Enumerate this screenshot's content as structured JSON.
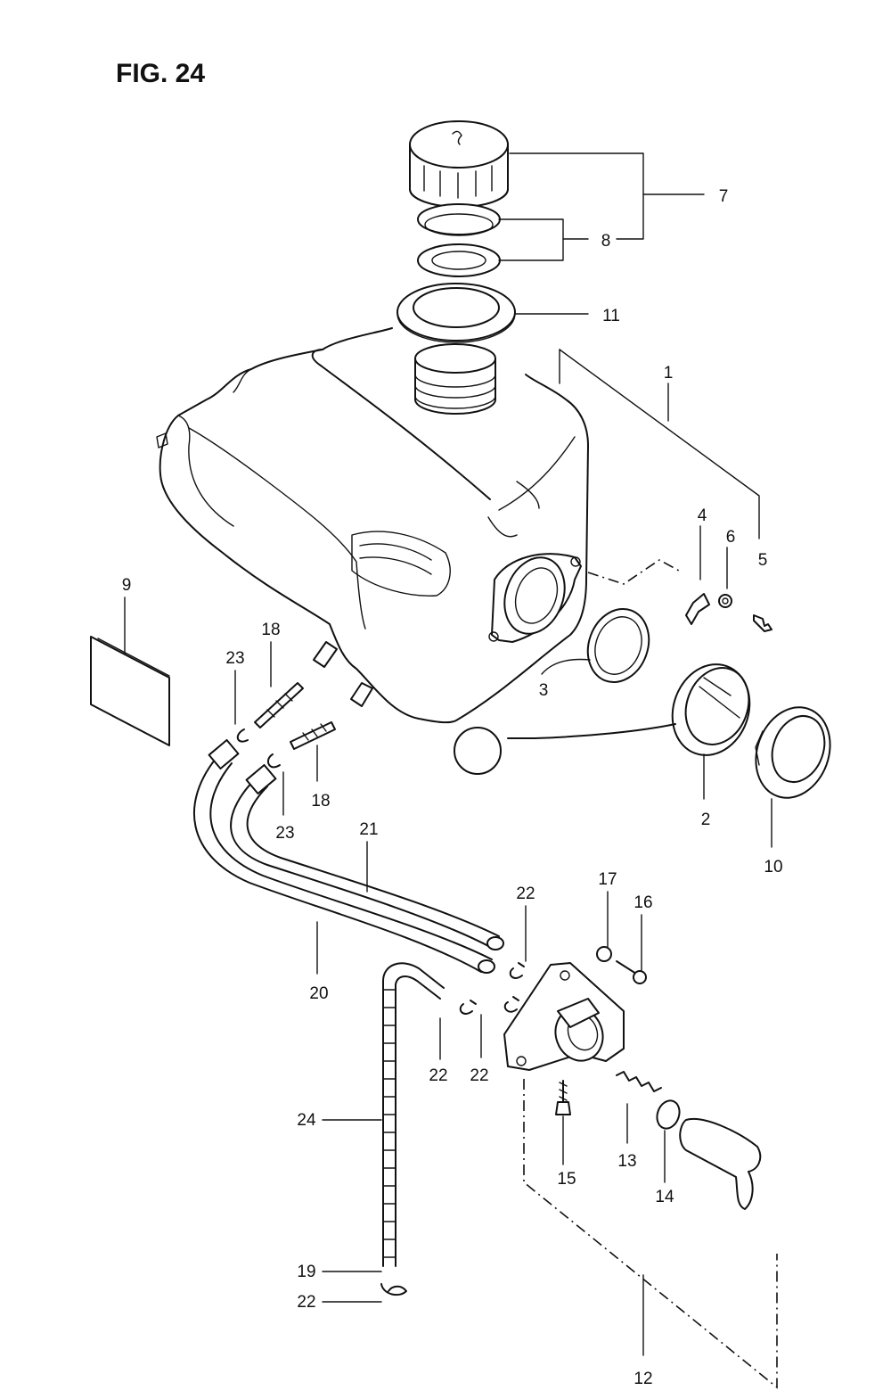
{
  "figure": {
    "title": "FIG. 24"
  },
  "callouts": [
    {
      "id": "c1",
      "text": "1"
    },
    {
      "id": "c2",
      "text": "2"
    },
    {
      "id": "c3",
      "text": "3"
    },
    {
      "id": "c4",
      "text": "4"
    },
    {
      "id": "c5",
      "text": "5"
    },
    {
      "id": "c6",
      "text": "6"
    },
    {
      "id": "c7",
      "text": "7"
    },
    {
      "id": "c8",
      "text": "8"
    },
    {
      "id": "c9",
      "text": "9"
    },
    {
      "id": "c10",
      "text": "10"
    },
    {
      "id": "c11",
      "text": "11"
    },
    {
      "id": "c12",
      "text": "12"
    },
    {
      "id": "c13",
      "text": "13"
    },
    {
      "id": "c14",
      "text": "14"
    },
    {
      "id": "c15",
      "text": "15"
    },
    {
      "id": "c16",
      "text": "16"
    },
    {
      "id": "c17",
      "text": "17"
    },
    {
      "id": "c18a",
      "text": "18"
    },
    {
      "id": "c18b",
      "text": "18"
    },
    {
      "id": "c19",
      "text": "19"
    },
    {
      "id": "c20",
      "text": "20"
    },
    {
      "id": "c21",
      "text": "21"
    },
    {
      "id": "c22a",
      "text": "22"
    },
    {
      "id": "c22b",
      "text": "22"
    },
    {
      "id": "c22c",
      "text": "22"
    },
    {
      "id": "c22d",
      "text": "22"
    },
    {
      "id": "c23a",
      "text": "23"
    },
    {
      "id": "c23b",
      "text": "23"
    },
    {
      "id": "c24",
      "text": "24"
    }
  ]
}
